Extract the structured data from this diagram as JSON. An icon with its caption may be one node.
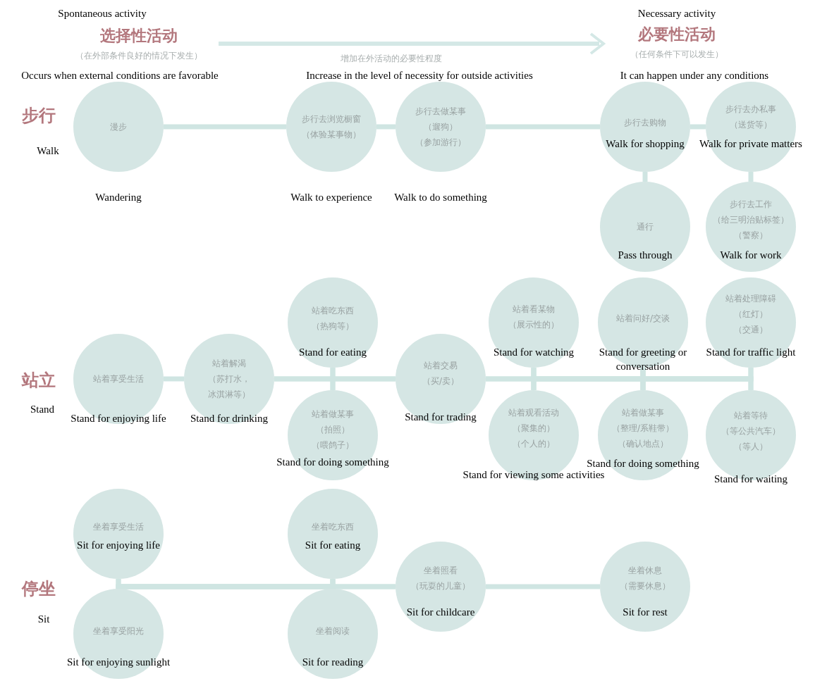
{
  "diagram": {
    "nodes": [
      {
        "text": [
          "漫步",
          "Wandering"
        ]
      },
      {
        "text": [
          "步行去浏览橱窗",
          "（体验某事物）",
          "Walk to experience"
        ]
      },
      {
        "text": [
          "步行去做某事",
          "（遛狗）",
          "（参加游行）",
          "Walk to do something"
        ]
      },
      {
        "text": [
          "步行去购物",
          "Walk for shopping"
        ]
      },
      {
        "text": [
          "步行去办私事",
          "（送货等）",
          "Walk for private matters"
        ]
      },
      {
        "text": [
          "通行",
          "Pass through"
        ]
      },
      {
        "text": [
          "步行去工作",
          "（给三明治贴标签）",
          "（警察）",
          "Walk for work"
        ]
      },
      {
        "text": [
          "站着享受生活",
          "Stand for enjoying life"
        ]
      },
      {
        "text": [
          "站着解渴",
          "（苏打水，",
          "冰淇淋等）",
          "Stand for drinking"
        ]
      },
      {
        "text": [
          "站着吃东西",
          "（热狗等）",
          "Stand for eating"
        ]
      },
      {
        "text": [
          "站着做某事",
          "（拍照）",
          "（喂鸽子）",
          "Stand for doing something"
        ]
      },
      {
        "text": [
          "站着交易",
          "（买/卖）",
          "Stand for trading"
        ]
      },
      {
        "text": [
          "站着看某物",
          "（展示性的）",
          "Stand for watching"
        ]
      },
      {
        "text": [
          "站着观看活动",
          "（聚集的）",
          "（个人的）",
          "Stand for viewing some activities"
        ]
      },
      {
        "text": [
          "站着问好/交谈",
          "Stand for greeting or conversation"
        ]
      },
      {
        "text": [
          "站着做某事",
          "（整理/系鞋带）",
          "（确认地点）",
          "Stand for doing something"
        ]
      },
      {
        "text": [
          "站着处理障碍",
          "（红灯）",
          "（交通）",
          "Stand for traffic light"
        ]
      },
      {
        "text": [
          "站着等待",
          "（等公共汽车）",
          "（等人）",
          "Stand for waiting"
        ]
      },
      {
        "text": [
          "坐着享受生活",
          "Sit for enjoying life"
        ]
      },
      {
        "text": [
          "坐着享受阳光",
          "Sit for enjoying sunlight"
        ]
      },
      {
        "text": [
          "坐着吃东西",
          "Sit for eating"
        ]
      },
      {
        "text": [
          "坐着阅读",
          "Sit for reading"
        ]
      },
      {
        "text": [
          "坐着照看",
          "（玩耍的儿童）",
          "Sit for childcare"
        ]
      },
      {
        "text": [
          "坐着休息",
          "（需要休息）",
          "Sit for rest"
        ]
      }
    ],
    "edges": [
      {
        "from": 0,
        "to": 1,
        "arrow": "none"
      },
      {
        "from": 1,
        "to": 2,
        "arrow": "none"
      },
      {
        "from": 2,
        "to": 3,
        "arrow": "none"
      },
      {
        "from": 3,
        "to": 4,
        "arrow": "none"
      },
      {
        "from": 3,
        "to": 5,
        "arrow": "none"
      },
      {
        "from": 4,
        "to": 6,
        "arrow": "none"
      },
      {
        "from": 7,
        "to": 8,
        "arrow": "none"
      },
      {
        "from": 8,
        "to": 9,
        "arrow": "none"
      },
      {
        "from": 8,
        "to": 10,
        "arrow": "none"
      },
      {
        "from": 9,
        "to": 11,
        "arrow": "none"
      },
      {
        "from": 10,
        "to": 11,
        "arrow": "none"
      },
      {
        "from": 11,
        "to": 12,
        "arrow": "none"
      },
      {
        "from": 11,
        "to": 13,
        "arrow": "none"
      },
      {
        "from": 12,
        "to": 14,
        "arrow": "none"
      },
      {
        "from": 12,
        "to": 15,
        "arrow": "none"
      },
      {
        "from": 13,
        "to": 14,
        "arrow": "none"
      },
      {
        "from": 13,
        "to": 15,
        "arrow": "none"
      },
      {
        "from": 14,
        "to": 16,
        "arrow": "none"
      },
      {
        "from": 14,
        "to": 17,
        "arrow": "none"
      },
      {
        "from": 15,
        "to": 16,
        "arrow": "none"
      },
      {
        "from": 15,
        "to": 17,
        "arrow": "none"
      },
      {
        "from": 18,
        "to": 20,
        "arrow": "none"
      },
      {
        "from": 18,
        "to": 21,
        "arrow": "none"
      },
      {
        "from": 19,
        "to": 20,
        "arrow": "none"
      },
      {
        "from": 19,
        "to": 21,
        "arrow": "none"
      },
      {
        "from": 20,
        "to": 22,
        "arrow": "none"
      },
      {
        "from": 21,
        "to": 22,
        "arrow": "none"
      },
      {
        "from": 22,
        "to": 23,
        "arrow": "none"
      }
    ],
    "labels": [
      "Spontaneous activity",
      "Necessary activity",
      "选择性活动",
      "必要性活动",
      "（在外部条件良好的情况下发生）",
      "增加在外活动的必要性程度",
      "（任何条件下可以发生）",
      "Occurs when external conditions are favorable",
      "Increase in the level of necessity for outside activities",
      "It can happen under any conditions",
      "步行",
      "Walk",
      "站立",
      "Stand",
      "停坐",
      "Sit"
    ]
  }
}
